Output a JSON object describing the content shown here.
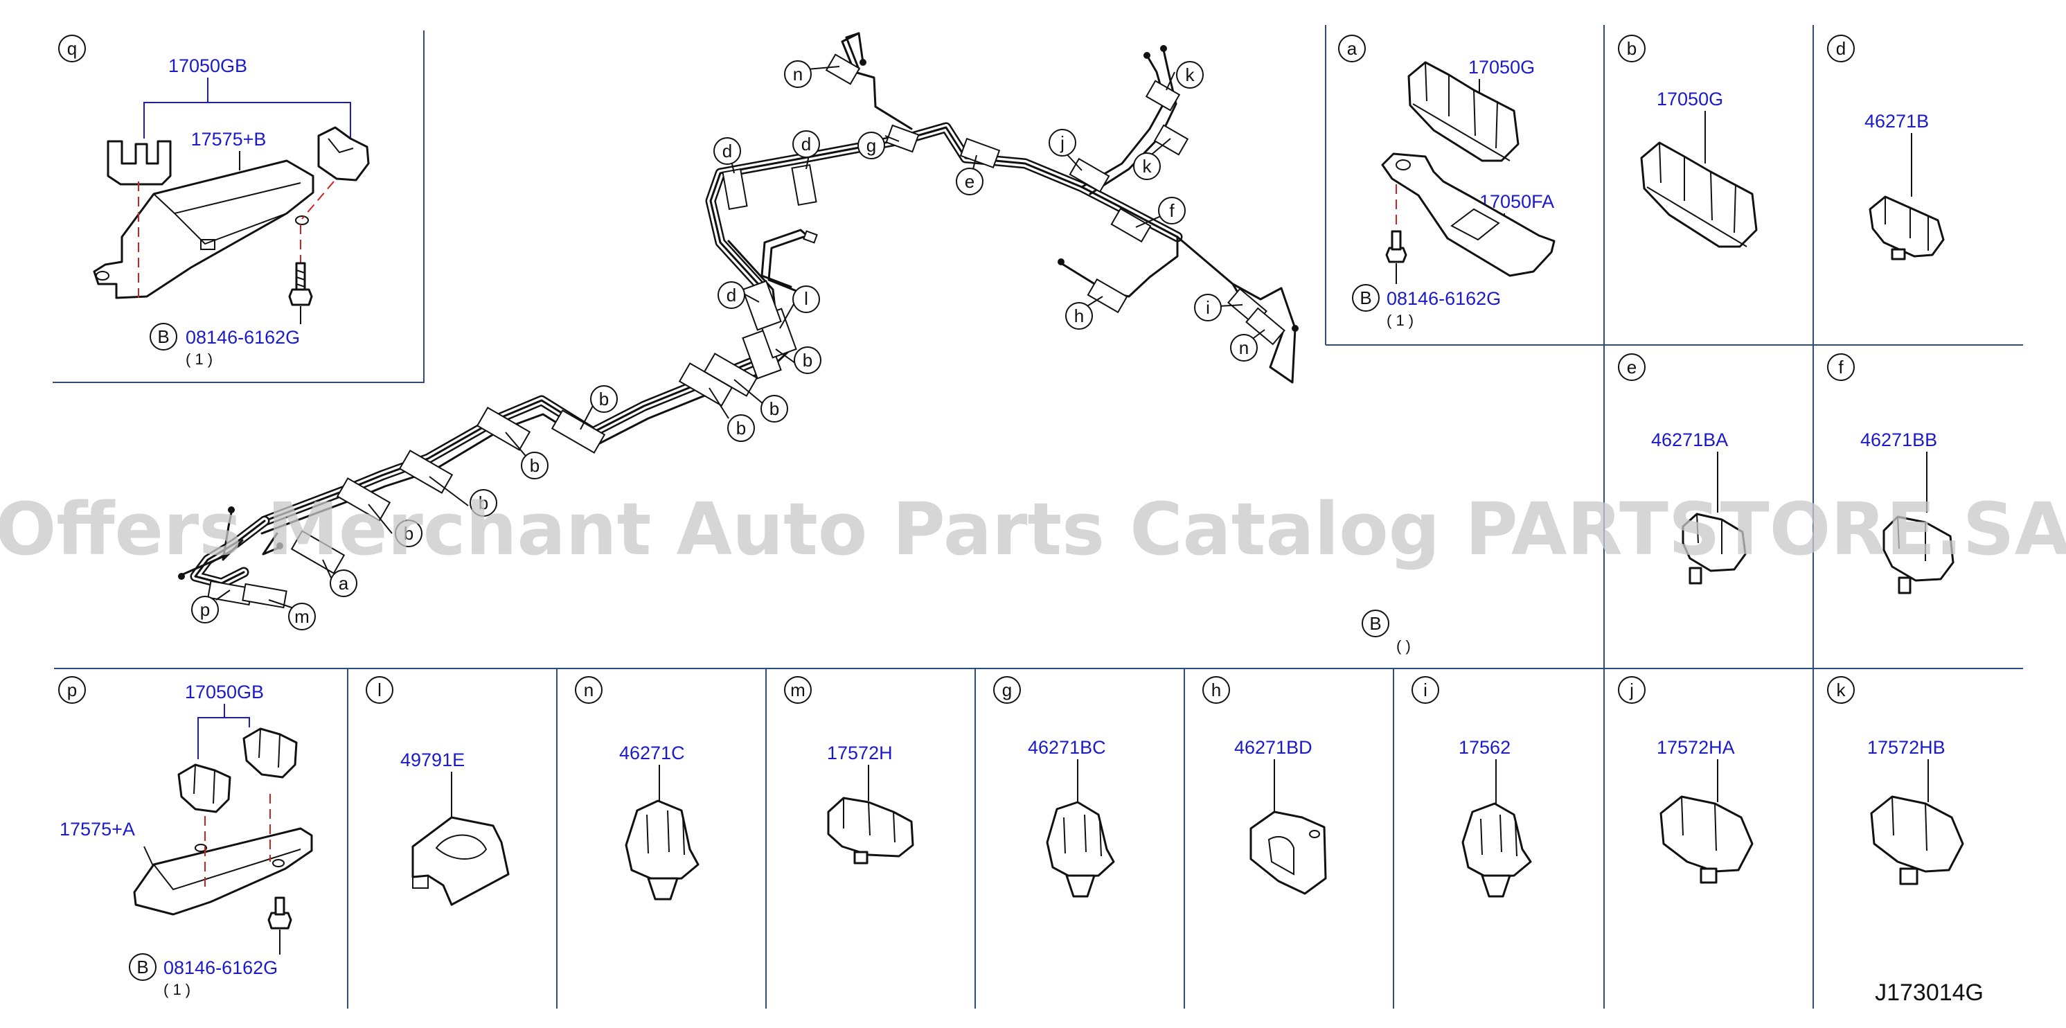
{
  "diagram_code": "J173014G",
  "watermark": "Offers Merchant Auto Parts Catalog PARTSTORE.SA",
  "bolt": {
    "letter": "B",
    "part": "08146-6162G",
    "qty": "( 1 )",
    "empty_qty": "(     )"
  },
  "panels": {
    "q": {
      "letter": "q",
      "parts": [
        "17050GB",
        "17575+B"
      ]
    },
    "a": {
      "letter": "a",
      "parts": [
        "17050G",
        "17050FA"
      ]
    },
    "b": {
      "letter": "b",
      "parts": [
        "17050G"
      ]
    },
    "d": {
      "letter": "d",
      "parts": [
        "46271B"
      ]
    },
    "e": {
      "letter": "e",
      "parts": [
        "46271BA"
      ]
    },
    "f": {
      "letter": "f",
      "parts": [
        "46271BB"
      ]
    },
    "p": {
      "letter": "p",
      "parts": [
        "17050GB",
        "17575+A"
      ]
    },
    "l": {
      "letter": "l",
      "parts": [
        "49791E"
      ]
    },
    "n": {
      "letter": "n",
      "parts": [
        "46271C"
      ]
    },
    "m": {
      "letter": "m",
      "parts": [
        "17572H"
      ]
    },
    "g": {
      "letter": "g",
      "parts": [
        "46271BC"
      ]
    },
    "h": {
      "letter": "h",
      "parts": [
        "46271BD"
      ]
    },
    "i": {
      "letter": "i",
      "parts": [
        "17562"
      ]
    },
    "j": {
      "letter": "j",
      "parts": [
        "17572HA"
      ]
    },
    "k": {
      "letter": "k",
      "parts": [
        "17572HB"
      ]
    }
  },
  "callouts": {
    "c01": "n",
    "c02": "g",
    "c03": "d",
    "c04": "d",
    "c05": "e",
    "c06": "j",
    "c07": "k",
    "c08": "k",
    "c09": "f",
    "c10": "d",
    "c11": "l",
    "c12": "b",
    "c13": "b",
    "c14": "b",
    "c15": "b",
    "c16": "b",
    "c17": "b",
    "c18": "h",
    "c19": "i",
    "c20": "n",
    "c21": "b",
    "c22": "a",
    "c23": "p",
    "c24": "m"
  }
}
